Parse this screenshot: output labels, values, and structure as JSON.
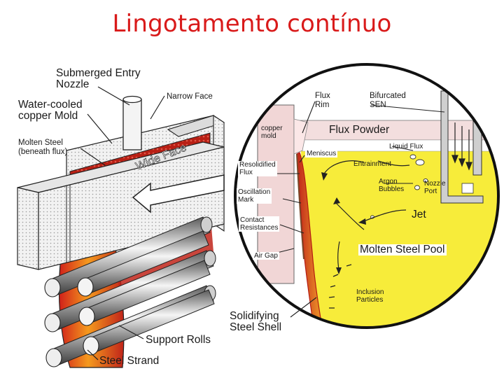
{
  "title": "Lingotamento contínuo",
  "labels": {
    "submerged_entry_nozzle": [
      "Submerged Entry",
      "Nozzle"
    ],
    "narrow_face": "Narrow Face",
    "water_cooled_mold": [
      "Water-cooled",
      "copper Mold"
    ],
    "molten_steel": [
      "Molten Steel",
      "(beneath flux)"
    ],
    "wide_face": "Wide Face",
    "support_rolls": "Support Rolls",
    "steel_strand": "Steel Strand",
    "solidifying_shell": [
      "Solidifying",
      "Steel Shell"
    ],
    "copper_mold": [
      "copper",
      "mold"
    ],
    "flux_rim": [
      "Flux",
      "Rim"
    ],
    "bifurcated_sen": [
      "Bifurcated",
      "SEN"
    ],
    "flux_powder": "Flux Powder",
    "liquid_flux": "Liquid Flux",
    "meniscus": "Meniscus",
    "entrainment": "Entrainment",
    "resolidified_flux": [
      "Resolidified",
      "Flux"
    ],
    "argon_bubbles": [
      "Argon",
      "Bubbles"
    ],
    "nozzle_port": [
      "Nozzle",
      "Port"
    ],
    "oscillation_mark": [
      "Oscillation",
      "Mark"
    ],
    "jet": "Jet",
    "contact_resistances": [
      "Contact",
      "Resistances"
    ],
    "molten_steel_pool": "Molten Steel Pool",
    "air_gap": "Air Gap",
    "inclusion_particles": [
      "Inclusion",
      "Particles"
    ]
  },
  "colors": {
    "title": "#d91a1a",
    "steel_pool": "#f7ec3a",
    "flux_powder": "#f3dede",
    "mold_gray": "#e3e3e3",
    "molten_red": "#c0241a",
    "shell_orange": "#f08a1c"
  }
}
